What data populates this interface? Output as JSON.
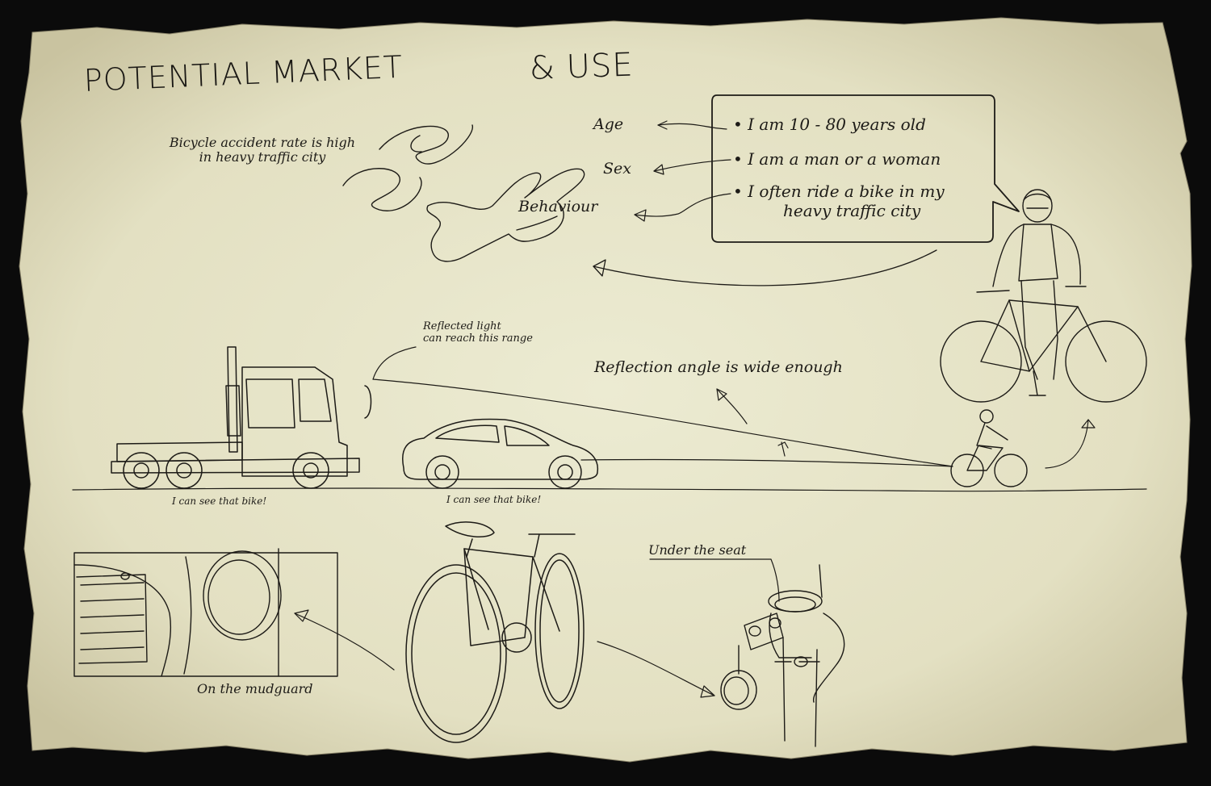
{
  "title_main": "POTENTIAL MARKET",
  "title_amp": "& USE",
  "accident_note": [
    "Bicycle accident rate is high",
    "in heavy traffic city"
  ],
  "profile_labels": {
    "age": "Age",
    "sex": "Sex",
    "behaviour": "Behaviour"
  },
  "speech_bubble": {
    "age": "• I am 10 - 80 years old",
    "sex": "• I am a man or a woman",
    "behaviour_1": "• I often ride a bike in my",
    "behaviour_2": "heavy traffic city"
  },
  "light_range_note": [
    "Reflected light",
    "can reach this range"
  ],
  "reflection_note": "Reflection angle is wide enough",
  "truck_caption": "I can see that bike!",
  "car_caption": "I can see that bike!",
  "mudguard_caption": "On the mudguard",
  "seat_caption": "Under the seat",
  "colors": {
    "paper": "#e6e3c6",
    "ink": "#1d1b17",
    "border": "#0b0b0b"
  }
}
